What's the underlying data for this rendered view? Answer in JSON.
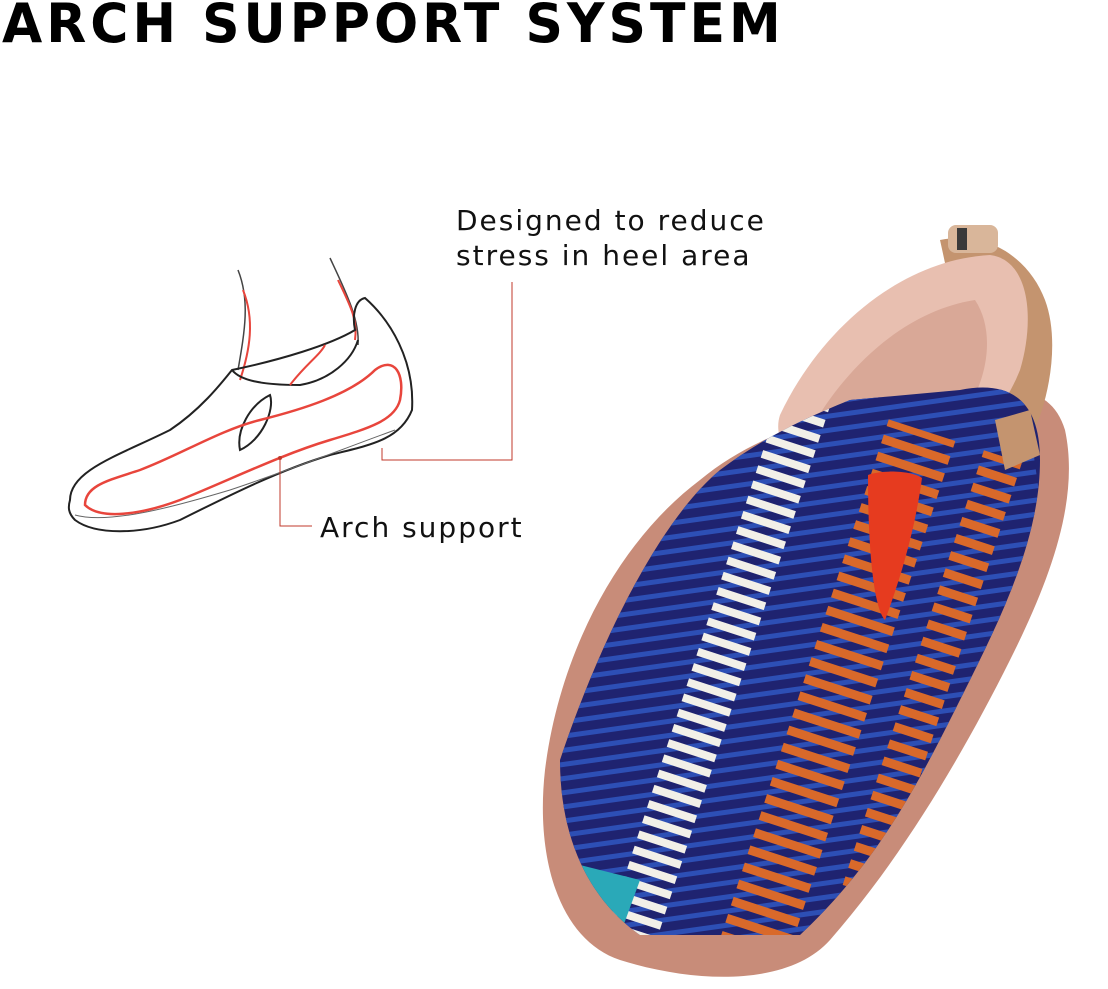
{
  "title": "ARCH SUPPORT SYSTEM",
  "callouts": {
    "heel": {
      "line1": "Designed to reduce",
      "line2": "stress in heel area"
    },
    "arch": "Arch support"
  },
  "colors": {
    "accent_red": "#e8453c",
    "shoe_navy": "#1f2370",
    "shoe_orange": "#d9692a",
    "sole": "#c88c79",
    "lining": "#e8bfb0"
  }
}
